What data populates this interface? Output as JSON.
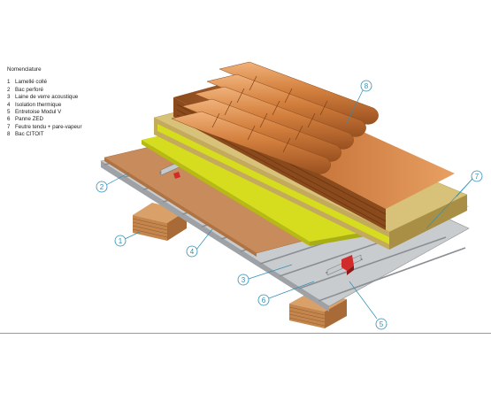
{
  "legend": {
    "title": "Nomenclature",
    "items": [
      {
        "num": "1",
        "label": "Lamellé collé"
      },
      {
        "num": "2",
        "label": "Bac perforé"
      },
      {
        "num": "3",
        "label": "Laine de verre acoustique"
      },
      {
        "num": "4",
        "label": "Isolation thermique"
      },
      {
        "num": "5",
        "label": "Entretoise Modul V"
      },
      {
        "num": "6",
        "label": "Panne ZED"
      },
      {
        "num": "7",
        "label": "Feutre tendu + pare-vapeur"
      },
      {
        "num": "8",
        "label": "Bac CITOIT"
      }
    ]
  },
  "callouts": [
    "1",
    "2",
    "3",
    "4",
    "5",
    "6",
    "7",
    "8"
  ],
  "colors": {
    "callout": "#2e8fb5",
    "panel_wood": "#c88c5c",
    "insulation_beige": "#d8c27a",
    "felt_yellow": "#d6dc1e",
    "steel_grey": "#b9bcbf",
    "glulam": "#c9925a",
    "tile_copper": "#c8753a",
    "spacer_red": "#d22b2b"
  }
}
